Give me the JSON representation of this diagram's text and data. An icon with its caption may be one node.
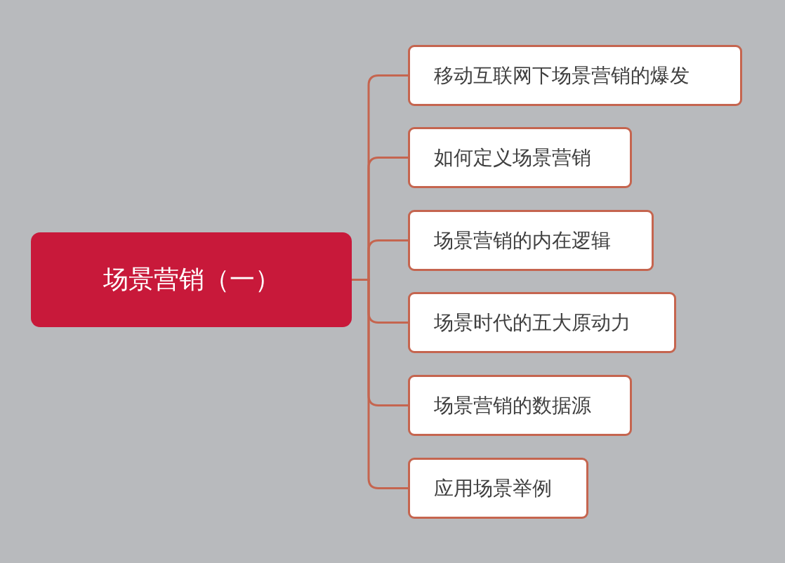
{
  "diagram": {
    "nodes": [
      {
        "text": [
          "场景营销（一）"
        ]
      },
      {
        "text": [
          "移动互联网下场景营销的爆发"
        ]
      },
      {
        "text": [
          "如何定义场景营销"
        ]
      },
      {
        "text": [
          "场景营销的内在逻辑"
        ]
      },
      {
        "text": [
          "场景时代的五大原动力"
        ]
      },
      {
        "text": [
          "场景营销的数据源"
        ]
      },
      {
        "text": [
          "应用场景举例"
        ]
      }
    ],
    "edges": [
      {
        "from": 0,
        "to": 1,
        "arrow": "none"
      },
      {
        "from": 0,
        "to": 2,
        "arrow": "none"
      },
      {
        "from": 0,
        "to": 3,
        "arrow": "none"
      },
      {
        "from": 0,
        "to": 4,
        "arrow": "none"
      },
      {
        "from": 0,
        "to": 5,
        "arrow": "none"
      },
      {
        "from": 0,
        "to": 6,
        "arrow": "none"
      }
    ]
  }
}
